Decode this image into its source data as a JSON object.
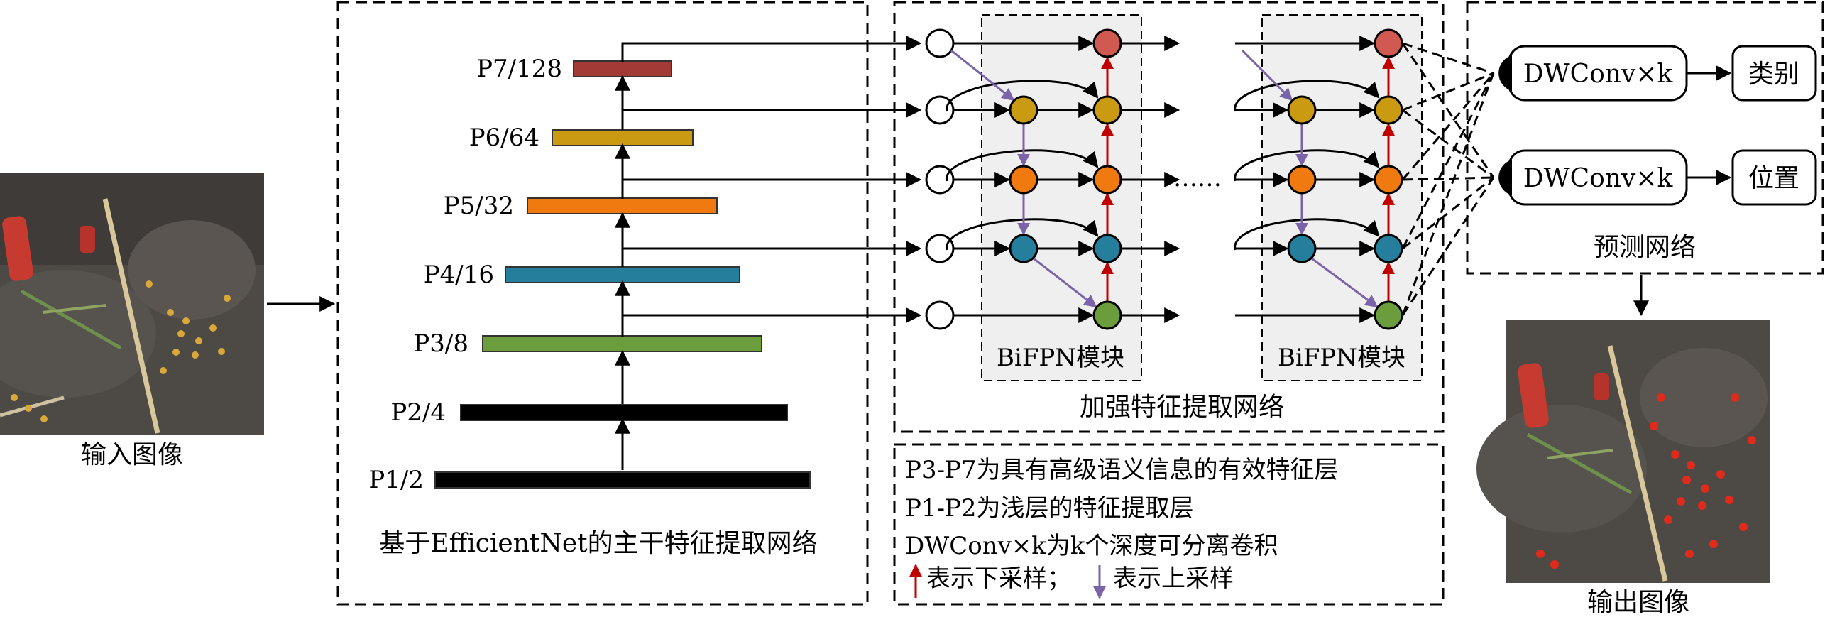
{
  "input": {
    "caption": "输入图像"
  },
  "output": {
    "caption": "输出图像"
  },
  "backbone": {
    "title": "基于EfficientNet的主干特征提取网络",
    "levels": [
      {
        "label": "P7/128",
        "color": "#a33a35"
      },
      {
        "label": "P6/64",
        "color": "#c99a12"
      },
      {
        "label": "P5/32",
        "color": "#f07a10"
      },
      {
        "label": "P4/16",
        "color": "#257f9c"
      },
      {
        "label": "P3/8",
        "color": "#6b9d3c"
      },
      {
        "label": "P2/4",
        "color": "#000000"
      },
      {
        "label": "P1/2",
        "color": "#000000"
      }
    ]
  },
  "bifpn": {
    "title": "加强特征提取网络",
    "block_label": "BiFPN模块",
    "ellipsis": "……",
    "node_colors": [
      "#d05a52",
      "#c99a12",
      "#f07a10",
      "#257f9c",
      "#6b9d3c"
    ]
  },
  "prediction": {
    "title": "预测网络",
    "dwconv_label": "DWConv×k",
    "class_label": "类别",
    "position_label": "位置"
  },
  "legend": {
    "line1": "P3-P7为具有高级语义信息的有效特征层",
    "line2": "P1-P2为浅层的特征提取层",
    "line3": "DWConv×k为k个深度可分离卷积",
    "down_text": "表示下采样；",
    "up_text": "表示上采样",
    "down_color": "#c00000",
    "up_color": "#7a63a8"
  }
}
